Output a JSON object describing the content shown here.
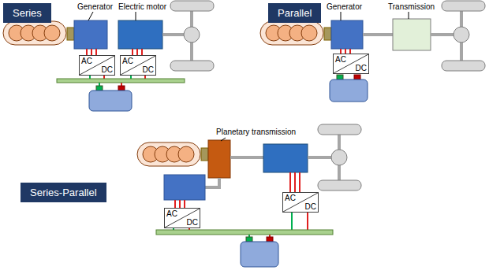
{
  "diagram": {
    "nodes": [
      {
        "text": [
          "Series"
        ]
      },
      {
        "text": [
          "Parallel"
        ]
      },
      {
        "text": [
          "Series-Parallel"
        ]
      },
      {
        "text": [
          "AC",
          "DC"
        ]
      },
      {
        "text": [
          "AC",
          "DC"
        ]
      },
      {
        "text": [
          "AC",
          "DC"
        ]
      },
      {
        "text": [
          "AC",
          "DC"
        ]
      },
      {
        "text": [
          "AC",
          "DC"
        ]
      }
    ],
    "labels": [
      "Generator",
      "Electric motor",
      "Generator",
      "Transmission",
      "Planetary transmission"
    ]
  }
}
